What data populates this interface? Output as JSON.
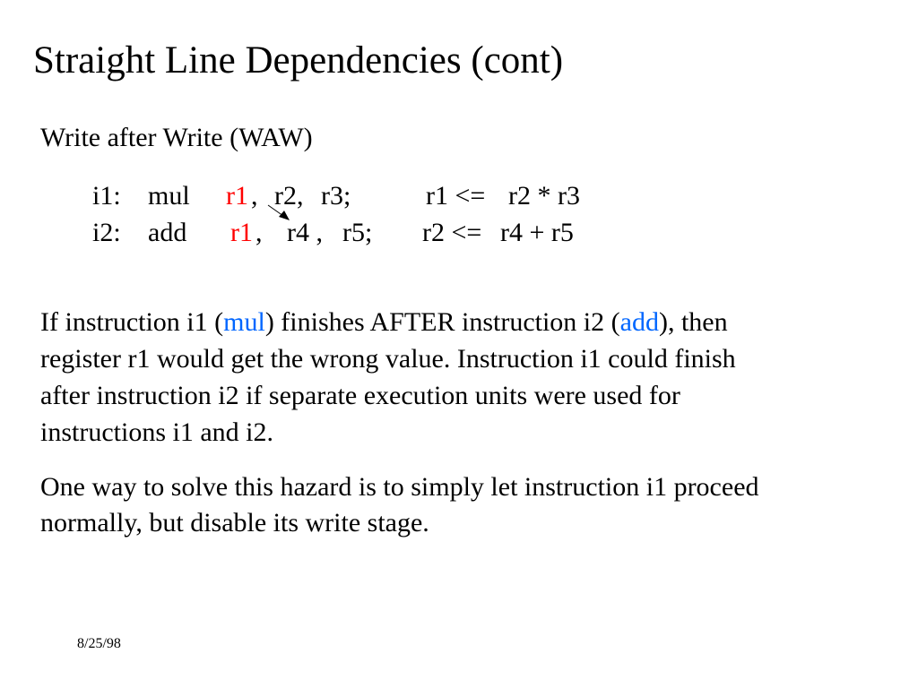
{
  "title": "Straight Line Dependencies  (cont)",
  "subtitle": "Write after Write (WAW)",
  "instructions": [
    {
      "label": "i1:",
      "op": "mul",
      "dest": "r1",
      "src1": "r2,",
      "src2": "r3;",
      "lhs": "r1 <=",
      "rhs": "r2 * r3"
    },
    {
      "label": "i2:",
      "op": "add",
      "dest": "r1",
      "src1": "r4 ,",
      "src2": "r5;",
      "lhs": "r2 <=",
      "rhs": "r4 + r5"
    }
  ],
  "paragraph1": {
    "l1a": "If instruction i1 (",
    "l1b": "mul",
    "l1c": ") finishes AFTER instruction i2 (",
    "l1d": "add",
    "l1e": "), then",
    "l2": "register r1 would get the wrong value.  Instruction i1 could finish",
    "l3": "after instruction i2 if separate execution units were used for",
    "l4": "instructions i1 and i2."
  },
  "paragraph2": {
    "l1": "One way to solve this hazard is to simply let instruction i1 proceed",
    "l2": "normally, but disable its write stage."
  },
  "comma": ",",
  "date": "8/25/98",
  "colors": {
    "highlight_red": "#ff0000",
    "highlight_blue": "#0066ff"
  }
}
